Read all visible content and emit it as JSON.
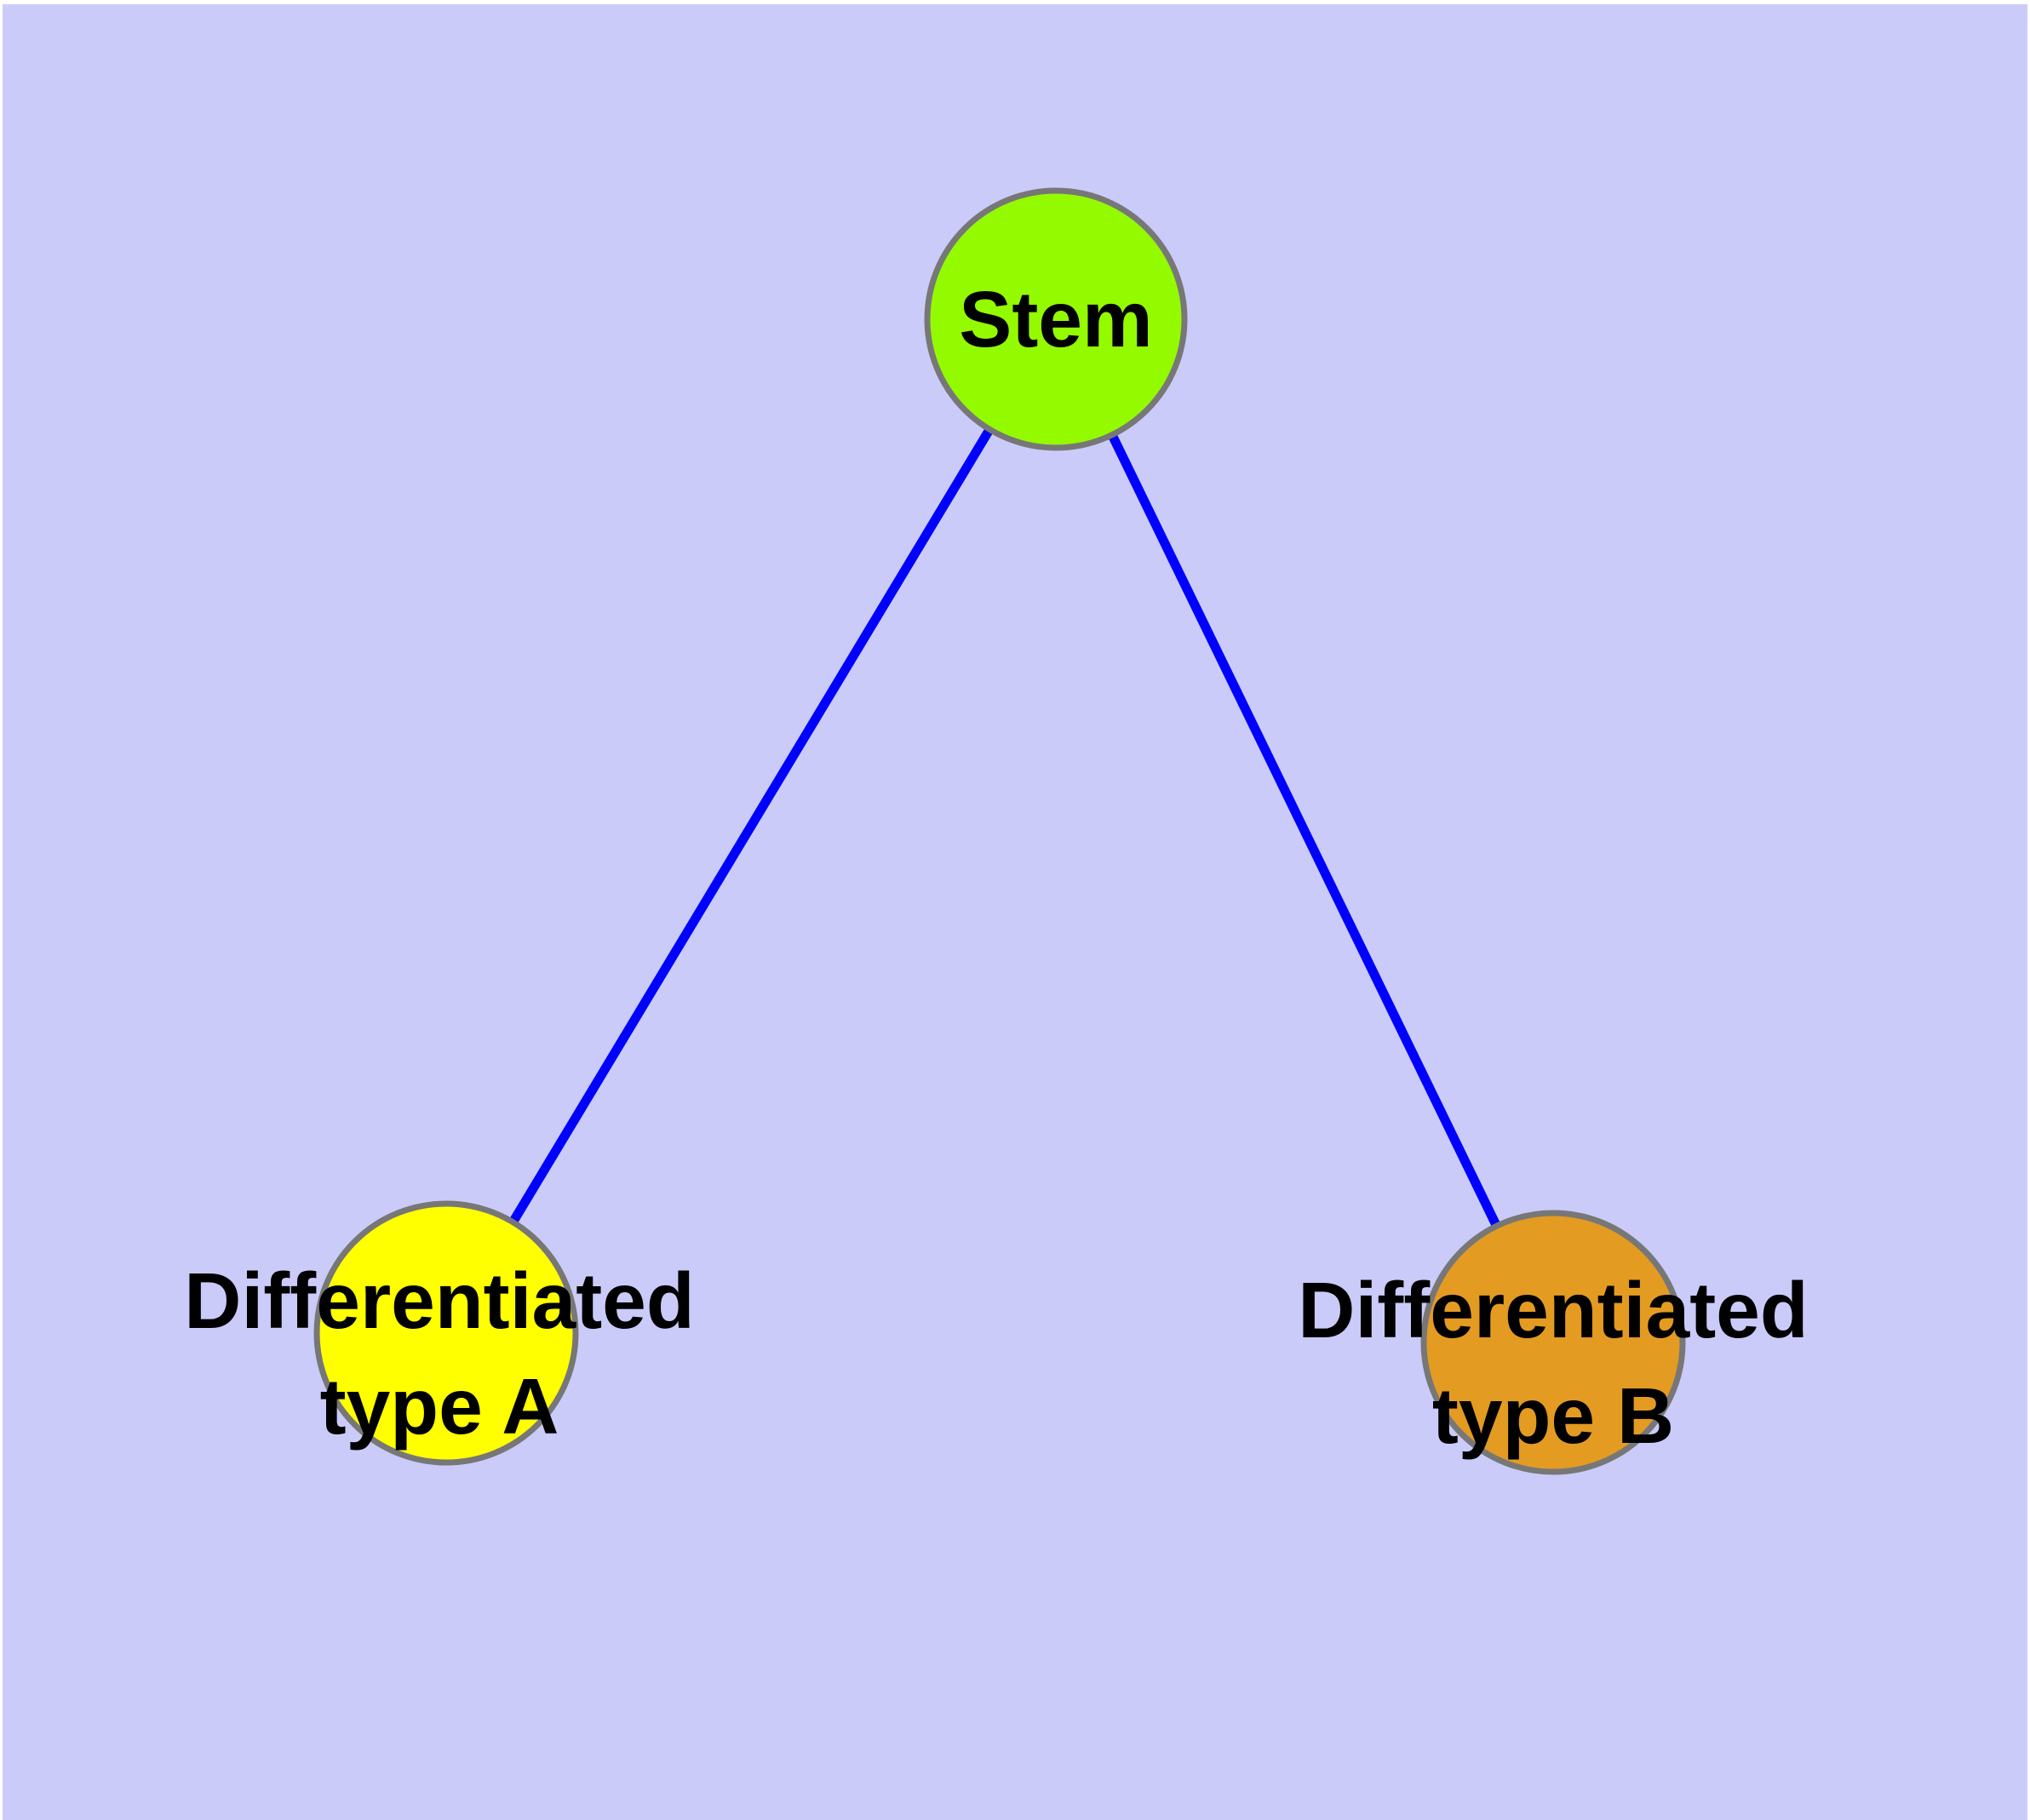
{
  "diagram": {
    "type": "node-link-graph",
    "background_color": "#CBCBFA",
    "page_margin_color": "#FFFFFF",
    "text_color": "#000000",
    "node_border_color": "#777777",
    "edge_color": "#0000FF",
    "nodes": [
      {
        "id": "stem",
        "label": "Stem",
        "line1": "Stem",
        "fill": "#94FA00",
        "border": "#777777"
      },
      {
        "id": "differentiated-type-a",
        "label": "Differentiated type A",
        "line1": "Differentiated",
        "line2": "type A",
        "fill": "#FFFF00",
        "border": "#777777"
      },
      {
        "id": "differentiated-type-b",
        "label": "Differentiated type B",
        "line1": "Differentiated",
        "line2": "type B",
        "fill": "#E49B22",
        "border": "#777777"
      }
    ],
    "edges": [
      {
        "from": "stem",
        "to": "differentiated-type-a",
        "color": "#0000FF"
      },
      {
        "from": "stem",
        "to": "differentiated-type-b",
        "color": "#0000FF"
      }
    ]
  }
}
